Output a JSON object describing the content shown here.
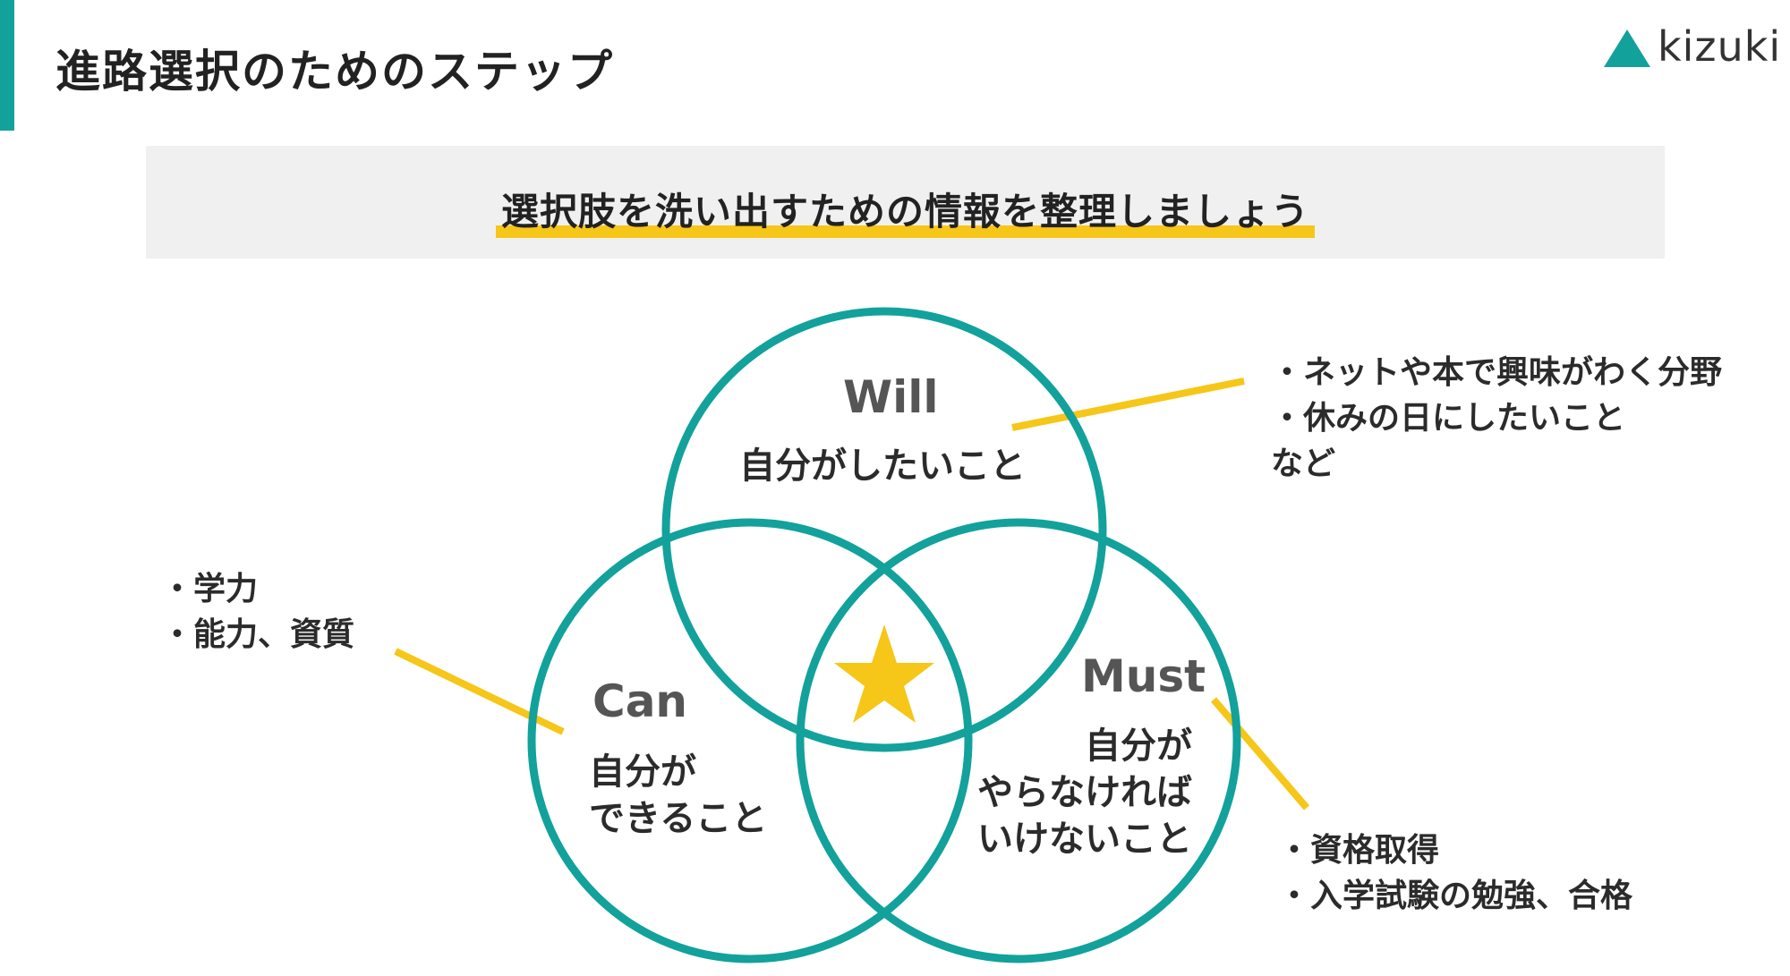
{
  "header": {
    "title": "進路選択のためのステップ",
    "logo_text": "kizuki"
  },
  "banner": {
    "text": "選択肢を洗い出すための情報を整理しましょう"
  },
  "diagram": {
    "will": {
      "title": "Will",
      "desc": "自分がしたいこと"
    },
    "can": {
      "title": "Can",
      "desc_line1": "自分が",
      "desc_line2": "できること"
    },
    "must": {
      "title": "Must",
      "desc_line1": "自分が",
      "desc_line2": "やらなければ",
      "desc_line3": "いけないこと"
    },
    "center_icon": "star-icon"
  },
  "notes": {
    "will": [
      "・ネットや本で興味がわく分野",
      "・休みの日にしたいこと",
      "など"
    ],
    "can": [
      "・学力",
      "・能力、資質"
    ],
    "must": [
      "・資格取得",
      "・入学試験の勉強、合格"
    ]
  },
  "colors": {
    "teal": "#13a19b",
    "yellow": "#f6c618",
    "banner_bg": "#f0f0f0"
  }
}
